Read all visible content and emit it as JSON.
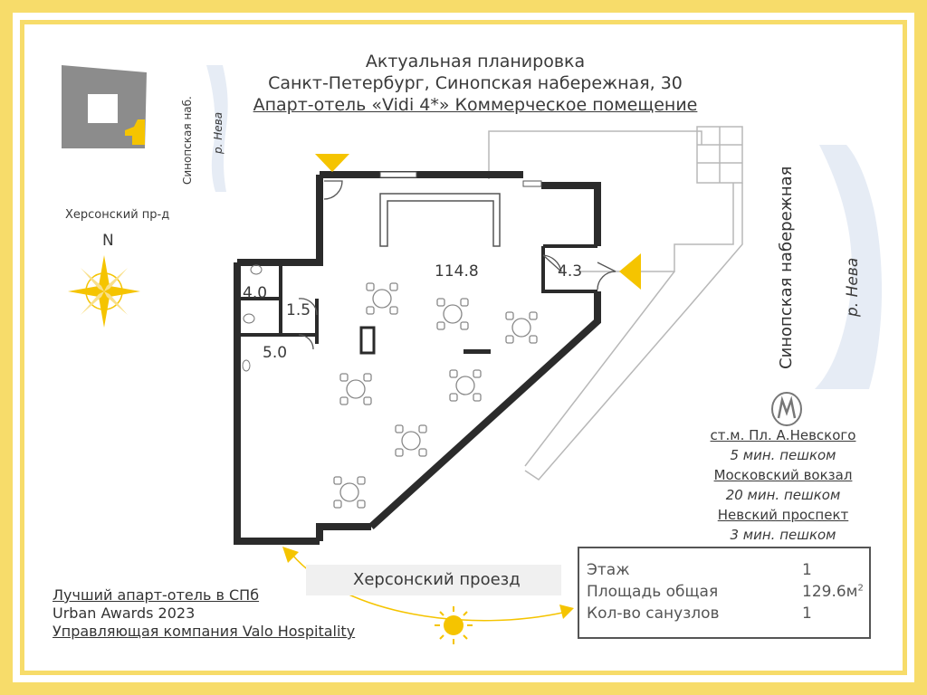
{
  "header": {
    "line1": "Актуальная планировка",
    "line2": "Санкт-Петербург, Синопская набережная, 30",
    "line3": "Апарт-отель «Vidi 4*» Коммерческое помещение"
  },
  "minimap": {
    "street_vertical": "Синопская наб.",
    "river": "р. Нева",
    "street_bottom": "Херсонский пр-д"
  },
  "compass": {
    "north": "N"
  },
  "rooms": {
    "main": "114.8",
    "entry": "4.3",
    "wc1": "4.0",
    "corridor": "1.5",
    "wc2": "5.0"
  },
  "streets": {
    "embankment": "Синопская набережная",
    "river": "р. Нева",
    "bottom": "Херсонский проезд"
  },
  "metro": {
    "station1": "ст.м. Пл. А.Невского",
    "walk1": "5 мин. пешком",
    "station2": "Московский вокзал",
    "walk2": "20 мин. пешком",
    "station3": "Невский проспект",
    "walk3": "3 мин. пешком"
  },
  "info": {
    "floor_label": "Этаж",
    "floor_value": "1",
    "area_label": "Площадь общая",
    "area_value": "129.6м",
    "area_sup": "2",
    "wc_label": "Кол-во санузлов",
    "wc_value": "1"
  },
  "footer": {
    "line1": "Лучший апарт-отель в СПб",
    "line2": "Urban Awards 2023",
    "line3": "Управляющая компания Valo Hospitality"
  },
  "colors": {
    "frame": "#f7dc6a",
    "accent": "#f5c400",
    "wall": "#2b2b2b",
    "river": "#e6ecf5"
  }
}
